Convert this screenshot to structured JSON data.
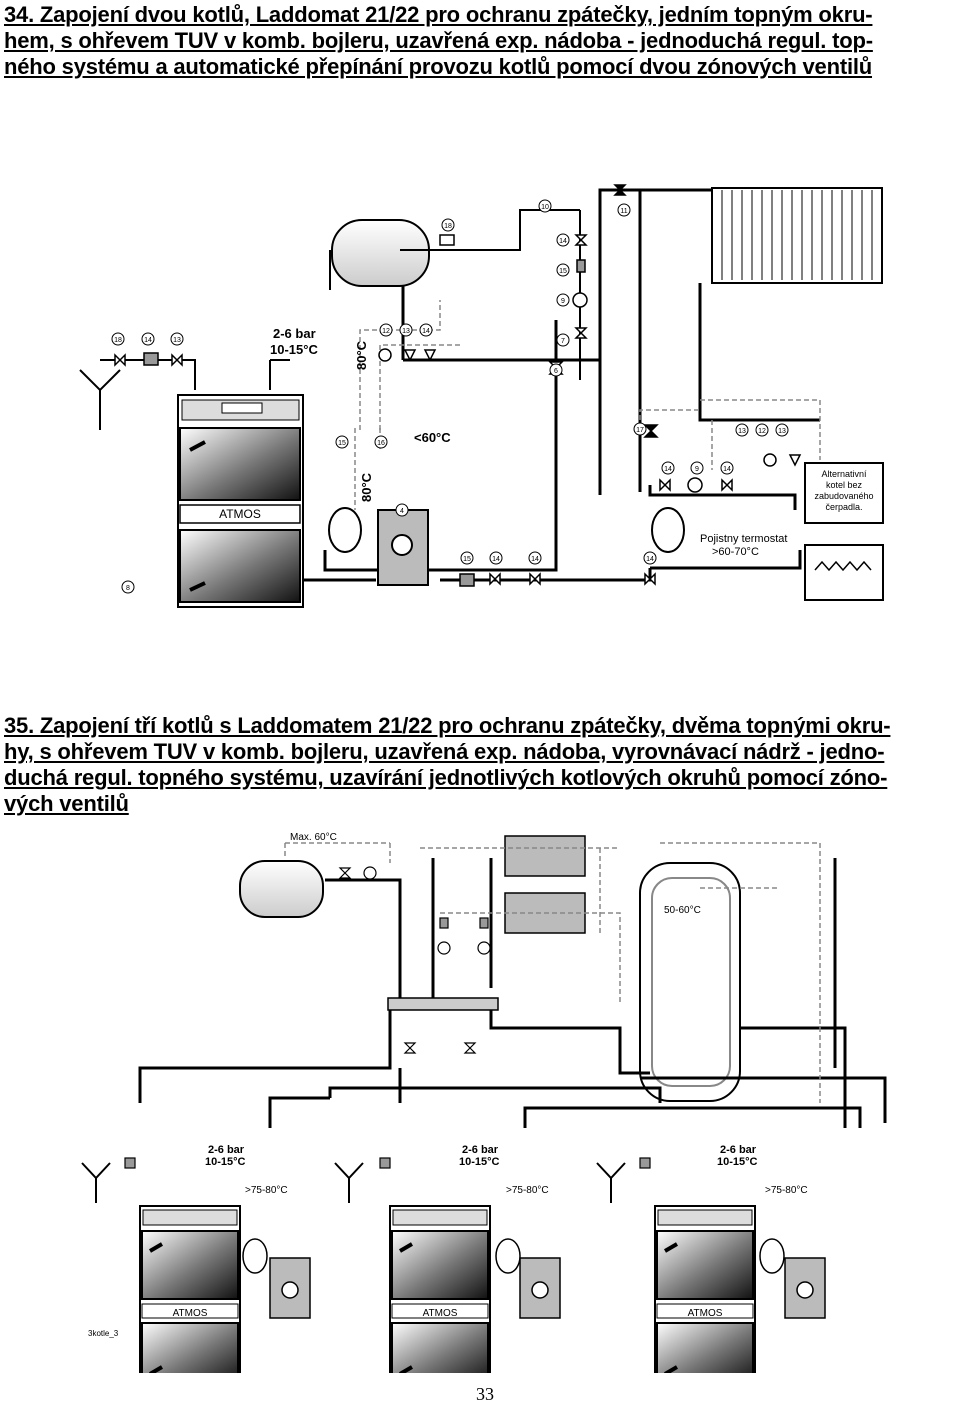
{
  "section34": {
    "title_lines": [
      "34. Zapojení dvou kotlů, Laddomat 21/22 pro ochranu zpátečky, jedním topným okru-",
      "hem, s ohřevem TUV v komb. bojleru, uzavřená exp. nádoba - jednoduchá regul. top-",
      "ného systému a automatické přepínání provozu kotlů pomocí dvou zónových ventilů"
    ],
    "labels": {
      "pressure": "2-6 bar",
      "temp_inlet": "10-15°C",
      "temp_80_top": "80°C",
      "temp_80_bottom": "80°C",
      "temp_60": "<60°C",
      "boiler_brand": "ATMOS",
      "alt_boiler_lines": [
        "Alternativní",
        "kotel bez",
        "zabudovaného",
        "čerpadla."
      ],
      "safety_thermostat_lines": [
        "Pojistny termostat",
        ">60-70°C"
      ]
    },
    "part_numbers": [
      "18",
      "10",
      "11",
      "14",
      "15",
      "9",
      "7",
      "18",
      "14",
      "13",
      "12",
      "13",
      "14",
      "6",
      "15",
      "16",
      "17",
      "13",
      "12",
      "13",
      "14",
      "9",
      "14",
      "4",
      "15",
      "14",
      "14",
      "14",
      "8"
    ]
  },
  "section35": {
    "title_lines": [
      "35. Zapojení tří kotlů s Laddomatem 21/22 pro ochranu zpátečky, dvěma topnými okru-",
      "hy, s ohřevem TUV v komb. bojleru, uzavřená exp. nádoba, vyrovnávací nádrž - jedno-",
      "duchá regul. topného systému, uzavírání jednotlivých kotlových okruhů pomocí zóno-",
      "vých ventilů"
    ],
    "labels": {
      "max_temp": "Max. 60°C",
      "tank_temp": "50-60°C",
      "boiler_brand": "ATMOS",
      "pressure": "2-6 bar",
      "temp_inlet": "10-15°C",
      "temp_out": ">75-80°C",
      "drawing_id": "3kotle_3"
    }
  },
  "page_number": "33"
}
